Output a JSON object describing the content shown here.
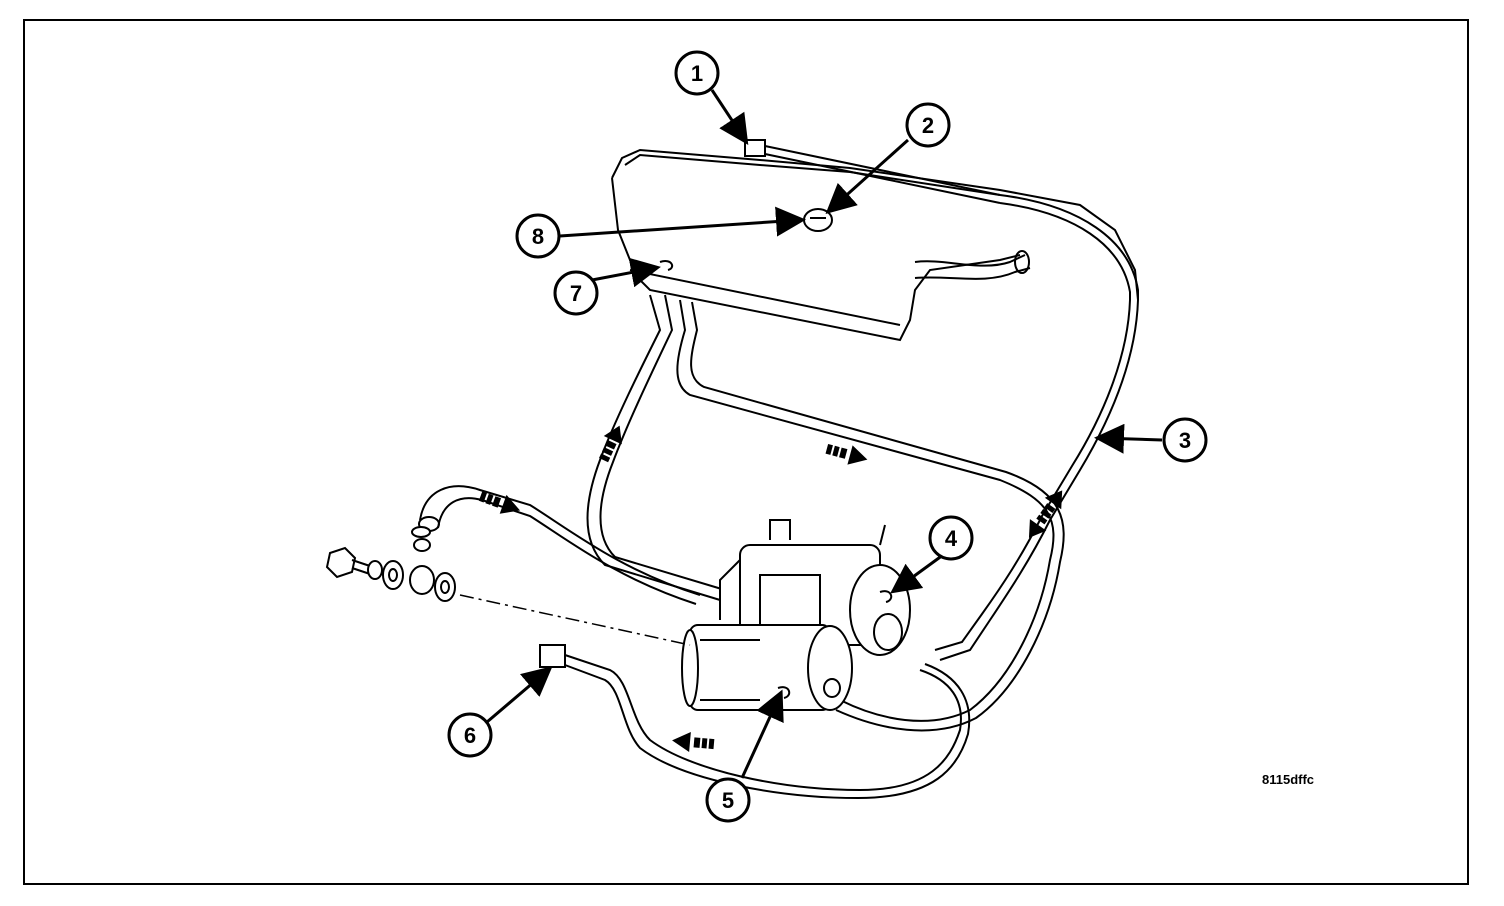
{
  "figure": {
    "reference_code": "8115dffc",
    "callouts": [
      "1",
      "2",
      "3",
      "4",
      "5",
      "6",
      "7",
      "8"
    ]
  }
}
